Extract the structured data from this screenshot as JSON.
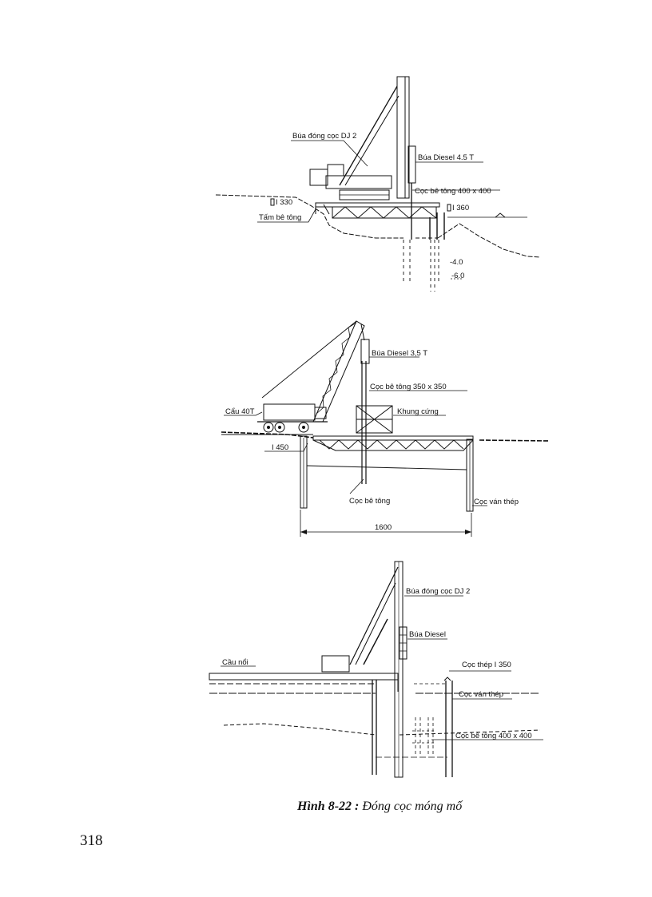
{
  "figure_top": {
    "hammer_dj2": "Búa đóng cọc DJ 2",
    "diesel_hammer": "Búa Diesel 4.5 T",
    "concrete_pile": "Cọc bê tông 400 x 400",
    "beam_left": "I 330",
    "beam_right": "I 360",
    "concrete_slab": "Tấm bê tông",
    "level_1": "-4.0",
    "level_2": "-6.0"
  },
  "figure_middle": {
    "diesel_hammer": "Búa Diesel 3,5 T",
    "concrete_pile": "Cọc bê tông 350 x 350",
    "rigid_frame": "Khung cứng",
    "crane": "Cẩu 40T",
    "beam": "I 450",
    "concrete_pile_bottom": "Cọc bê tông",
    "sheet_pile": "Cọc ván thép",
    "span": "1600"
  },
  "figure_bottom": {
    "hammer_dj2": "Búa đóng cọc DJ 2",
    "diesel_hammer": "Búa Diesel",
    "floating_bridge": "Cầu nổi",
    "steel_pile": "Cọc thép I 350",
    "sheet_pile": "Cọc ván thép",
    "concrete_pile": "Cọc bê tông 400 x 400"
  },
  "caption": {
    "label": "Hình 8-22 :",
    "text": "Đóng cọc móng mố"
  },
  "page_number": "318"
}
